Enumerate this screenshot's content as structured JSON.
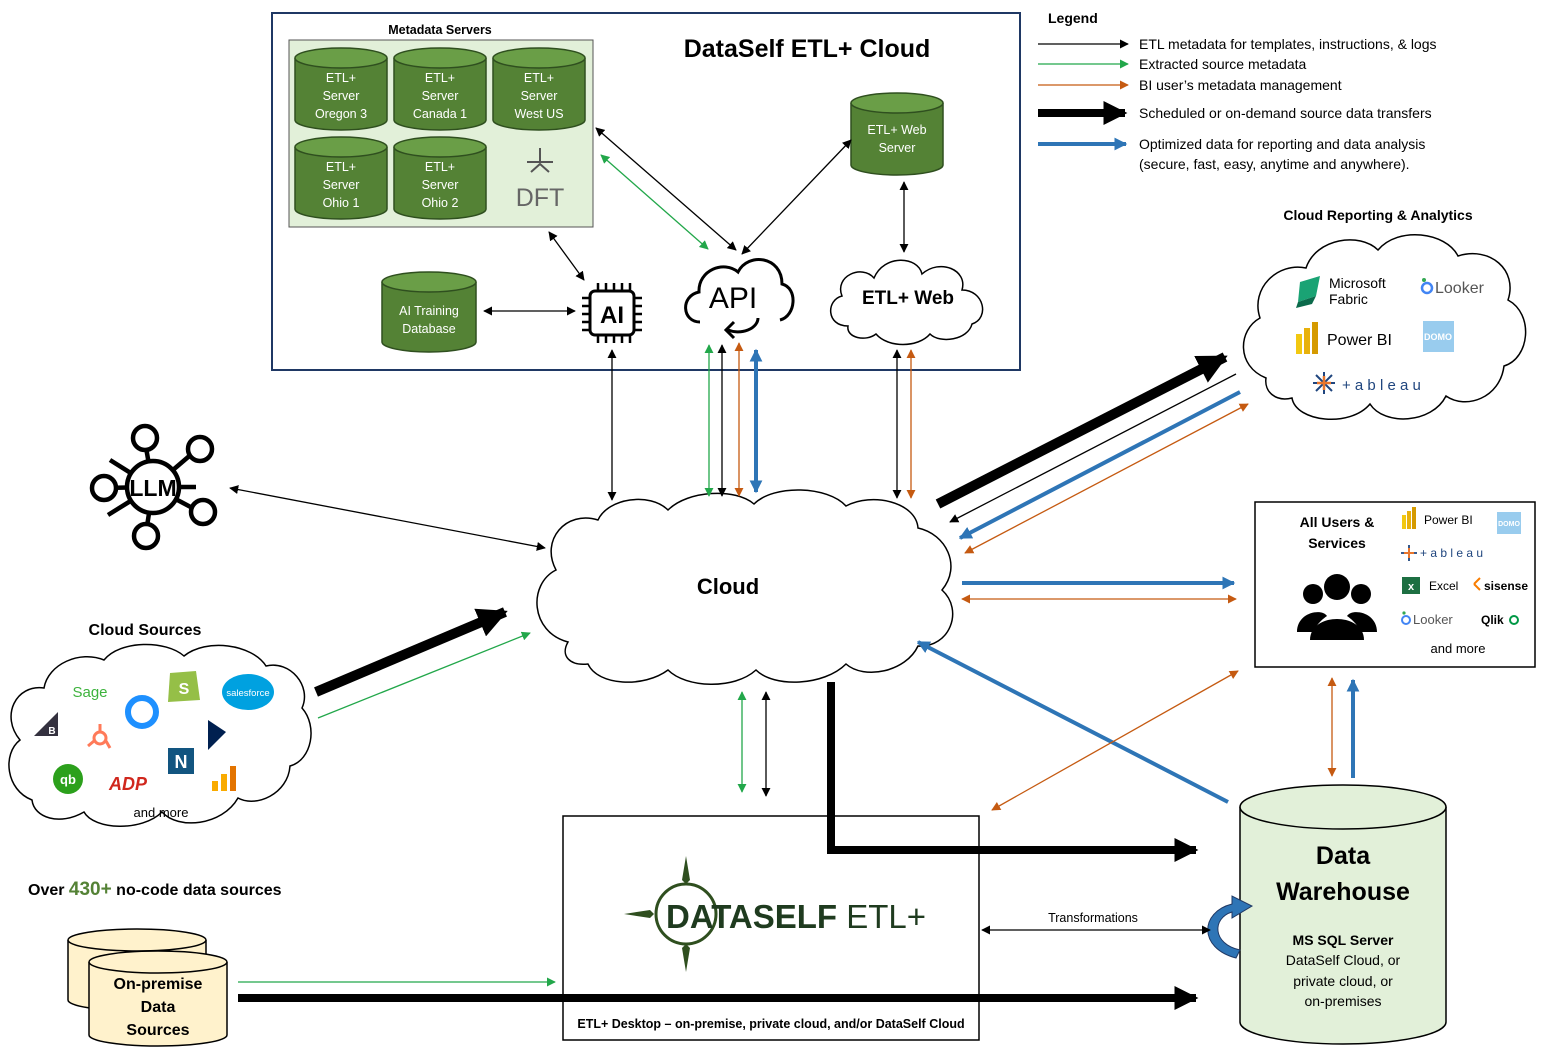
{
  "etl_cloud": {
    "title": "DataSelf ETL+ Cloud",
    "metadata_servers_label": "Metadata Servers",
    "servers": [
      {
        "l1": "ETL+",
        "l2": "Server",
        "l3": "Oregon 3"
      },
      {
        "l1": "ETL+",
        "l2": "Server",
        "l3": "Canada 1"
      },
      {
        "l1": "ETL+",
        "l2": "Server",
        "l3": "West US"
      },
      {
        "l1": "ETL+",
        "l2": "Server",
        "l3": "Ohio 1"
      },
      {
        "l1": "ETL+",
        "l2": "Server",
        "l3": "Ohio 2"
      }
    ],
    "dft_logo": "DFT",
    "web_server": {
      "l1": "ETL+ Web",
      "l2": "Server"
    },
    "ai_training": {
      "l1": "AI Training",
      "l2": "Database"
    },
    "ai_chip": "AI",
    "api_label": "API",
    "etl_web": "ETL+ Web"
  },
  "legend": {
    "title": "Legend",
    "items": [
      {
        "label": "ETL metadata for templates, instructions, & logs",
        "color": "#000000"
      },
      {
        "label": "Extracted source metadata",
        "color": "#22A74A"
      },
      {
        "label": "BI user’s metadata management",
        "color": "#C55A11"
      },
      {
        "label": "Scheduled or on-demand source data transfers",
        "color": "#000000"
      },
      {
        "label": "Optimized data for reporting and data analysis",
        "label2": "(secure, fast, easy, anytime and anywhere).",
        "color": "#2E75B6"
      }
    ]
  },
  "cloud_reporting": {
    "title": "Cloud Reporting & Analytics",
    "ms_fabric_1": "Microsoft",
    "ms_fabric_2": "Fabric",
    "looker": "Looker",
    "power_bi": "Power BI",
    "domo": "DOMO",
    "tableau": "+ a b l e a u"
  },
  "all_users": {
    "title_1": "All Users &",
    "title_2": "Services",
    "power_bi": "Power BI",
    "domo": "DOMO",
    "tableau": "+ a b l e a u",
    "excel": "Excel",
    "sisense": "sisense",
    "looker": "Looker",
    "qlik": "Qlik",
    "more": "and more"
  },
  "llm": "LLM",
  "cloud": "Cloud",
  "cloud_sources": {
    "title": "Cloud Sources",
    "sage": "Sage",
    "salesforce": "salesforce",
    "adp": "ADP",
    "more": "and more"
  },
  "sources_count": {
    "prefix": "Over ",
    "number": "430+",
    "suffix": " no-code  data sources"
  },
  "on_premise": {
    "l1": "On-premise",
    "l2": "Data",
    "l3": "Sources"
  },
  "etl_desktop": {
    "logo_main": "DATASELF",
    "logo_suffix": " ETL+",
    "caption": "ETL+ Desktop – on-premise, private cloud, and/or DataSelf Cloud"
  },
  "transformations": "Transformations",
  "warehouse": {
    "l1": "Data",
    "l2": "Warehouse",
    "l3": "MS SQL Server",
    "l4": "DataSelf Cloud, or",
    "l5": "private cloud, or",
    "l6": "on-premises"
  },
  "colors": {
    "green_db": "#548235",
    "green_light": "#E2F0D9",
    "cream": "#FFF2CC",
    "blue": "#2E75B6",
    "orange": "#C55A11",
    "green_line": "#22A74A"
  }
}
